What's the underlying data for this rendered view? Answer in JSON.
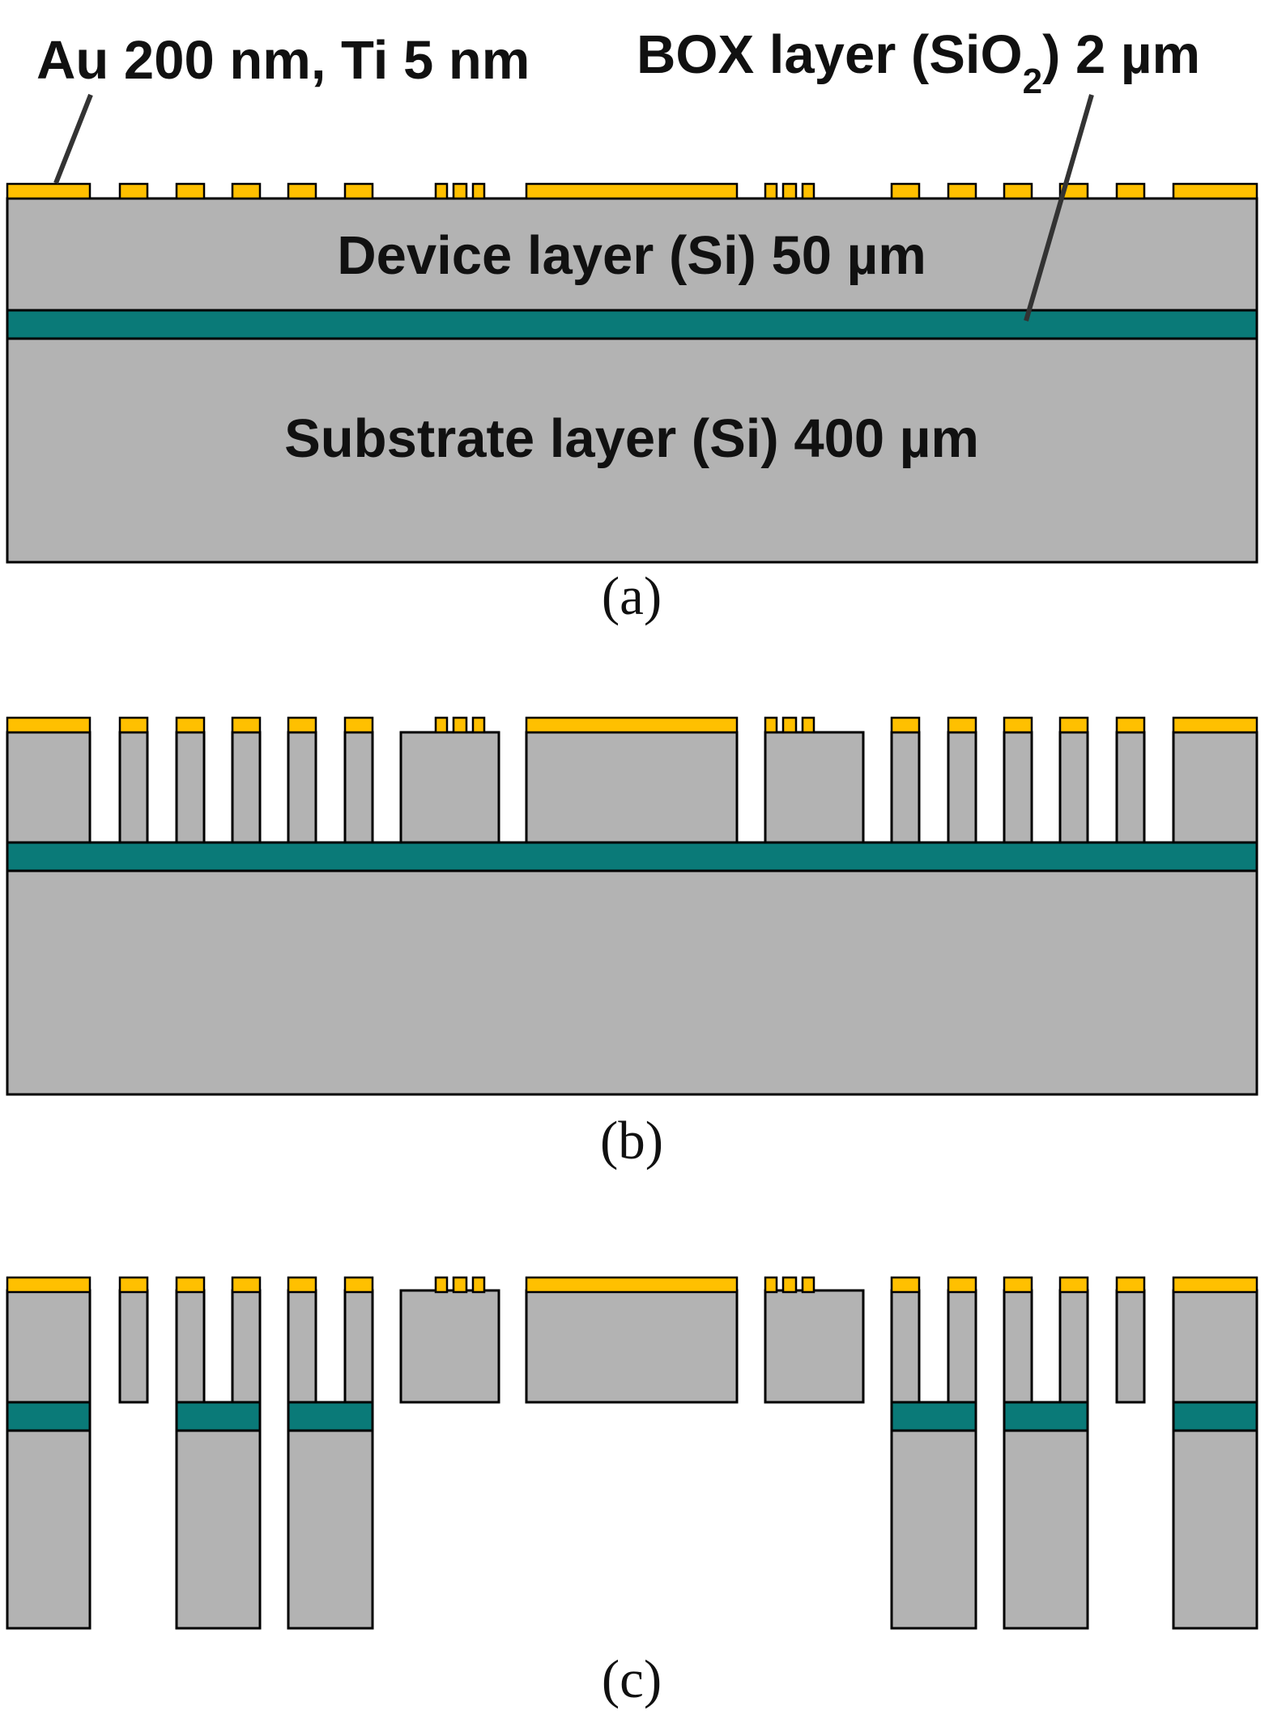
{
  "labels": {
    "metal": "Au 200 nm, Ti 5 nm",
    "box_prefix": "BOX layer (SiO",
    "box_sub": "2",
    "box_suffix": ") 2 µm",
    "device": "Device layer (Si) 50 µm",
    "substrate": "Substrate layer (Si) 400 µm"
  },
  "captions": [
    "(a)",
    "(b)",
    "(c)"
  ],
  "colors": {
    "gold": "#FFC000",
    "silicon": "#B3B3B3",
    "box_oxide": "#0A7A78",
    "outline": "#000000"
  }
}
